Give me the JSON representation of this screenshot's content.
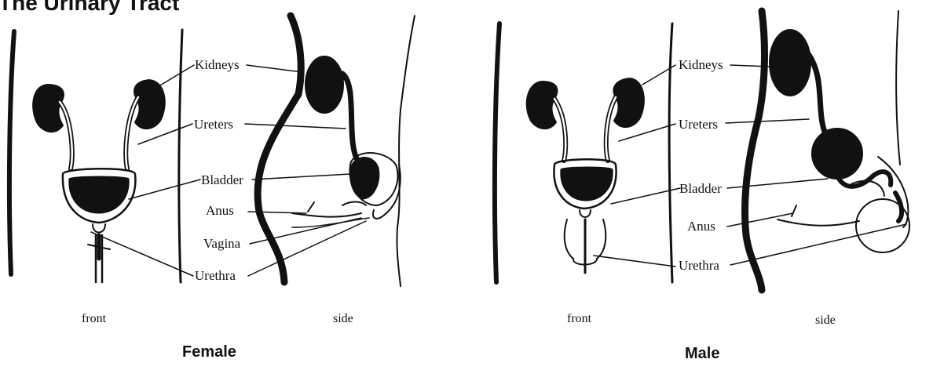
{
  "title": "The Urinary Tract",
  "labels": {
    "kidneys": "Kidneys",
    "ureters": "Ureters",
    "bladder": "Bladder",
    "anus": "Anus",
    "vagina": "Vagina",
    "urethra": "Urethra"
  },
  "views": {
    "front": "front",
    "side": "side"
  },
  "captions": {
    "female": "Female",
    "male": "Male"
  }
}
